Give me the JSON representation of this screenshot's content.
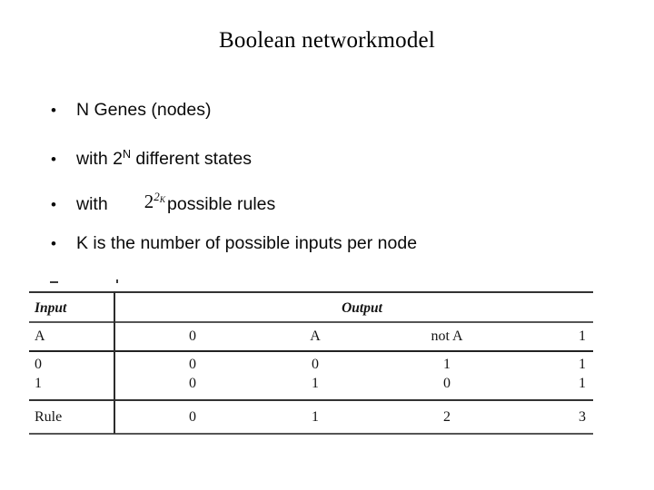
{
  "slide": {
    "title": "Boolean networkmodel",
    "background_color": "#ffffff",
    "text_color": "#000000"
  },
  "bullets": [
    {
      "marker": "•",
      "text": "N Genes (nodes)"
    },
    {
      "marker": "•",
      "text_before": "with 2",
      "superscript": "N",
      "text_after": " different states"
    },
    {
      "marker": "•",
      "text_before": "with",
      "math": {
        "base": "2",
        "exponent": "2",
        "exponent_of_exponent": "K"
      },
      "text_after": "possible rules"
    },
    {
      "marker": "•",
      "text": "K is the number of possible inputs per node"
    }
  ],
  "table": {
    "caption_artifacts": [
      "-",
      "'"
    ],
    "headers": {
      "input": "Input",
      "output": "Output"
    },
    "rows": [
      {
        "name": "row-a",
        "input": "A",
        "outputs": [
          "0",
          "A",
          "not A",
          "1"
        ]
      },
      {
        "name": "row-01",
        "input": "0\n1",
        "outputs": [
          "0\n0",
          "0\n1",
          "1\n0",
          "1\n1"
        ]
      },
      {
        "name": "row-rule",
        "input": "Rule",
        "outputs": [
          "0",
          "1",
          "2",
          "3"
        ]
      }
    ]
  }
}
